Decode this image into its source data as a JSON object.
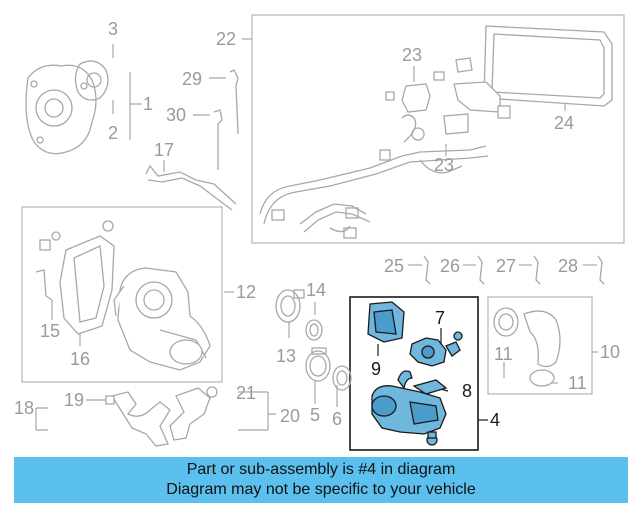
{
  "callouts": {
    "c1": "1",
    "c2": "2",
    "c3": "3",
    "c4": "4",
    "c5": "5",
    "c6": "6",
    "c7": "7",
    "c8": "8",
    "c9": "9",
    "c10": "10",
    "c11a": "11",
    "c11b": "11",
    "c12": "12",
    "c13": "13",
    "c14": "14",
    "c15": "15",
    "c16": "16",
    "c17": "17",
    "c18": "18",
    "c19": "19",
    "c20": "20",
    "c21": "21",
    "c22": "22",
    "c23a": "23",
    "c23b": "23",
    "c24": "24",
    "c25": "25",
    "c26": "26",
    "c27": "27",
    "c28": "28",
    "c29": "29",
    "c30": "30"
  },
  "banner": {
    "line1": "Part or sub-assembly is #4 in diagram",
    "line2": "Diagram may not be specific to your vehicle"
  },
  "colors": {
    "banner": "#5bc0ee",
    "highlight_part": "#6fb7dd",
    "outline_gray": "#a8a8a8",
    "outline_dark": "#1a1a1a"
  }
}
